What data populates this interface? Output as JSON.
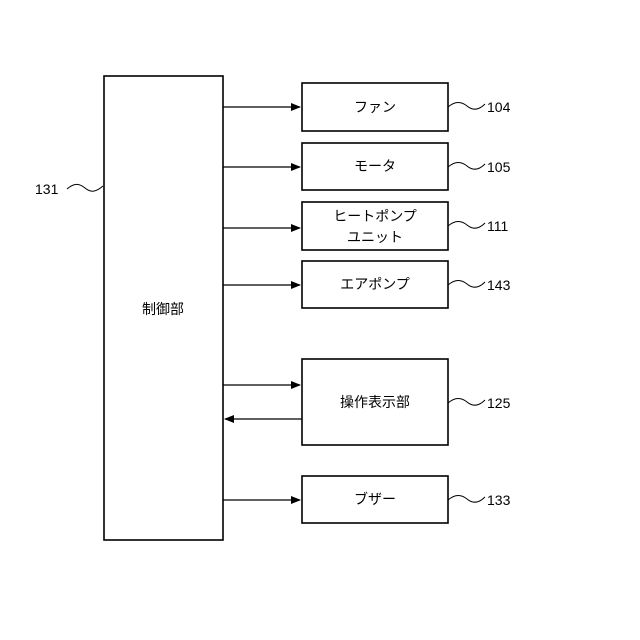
{
  "controller": {
    "label": "制御部",
    "ref": "131"
  },
  "blocks": {
    "fan": {
      "lines": [
        "ファン"
      ],
      "ref": "104"
    },
    "motor": {
      "lines": [
        "モータ"
      ],
      "ref": "105"
    },
    "heat_pump": {
      "lines": [
        "ヒートポンプ",
        "ユニット"
      ],
      "ref": "111"
    },
    "air_pump": {
      "lines": [
        "エアポンプ"
      ],
      "ref": "143"
    },
    "operation": {
      "lines": [
        "操作表示部"
      ],
      "ref": "125"
    },
    "buzzer": {
      "lines": [
        "ブザー"
      ],
      "ref": "133"
    }
  }
}
